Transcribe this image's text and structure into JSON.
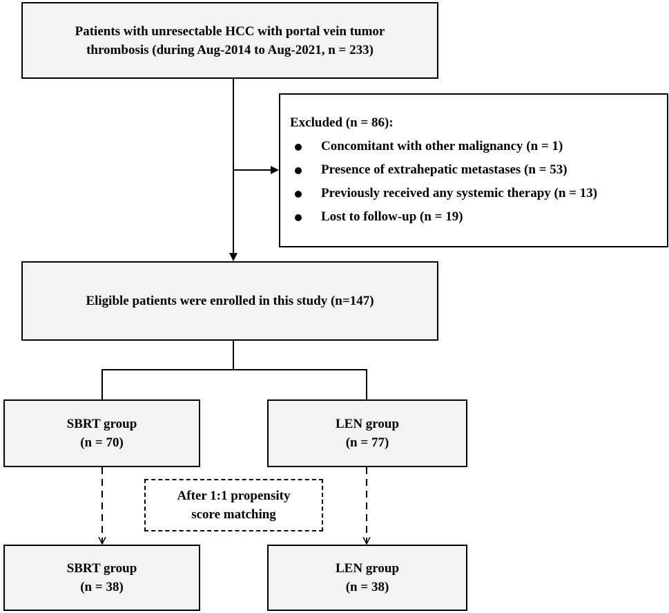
{
  "top_box": {
    "line1": "Patients with unresectable HCC with portal vein tumor",
    "line2": "thrombosis (during Aug-2014 to Aug-2021, n = 233)"
  },
  "excluded": {
    "heading": "Excluded (n = 86):",
    "items": [
      "Concomitant with other malignancy (n = 1)",
      "Presence of extrahepatic metastases (n = 53)",
      "Previously received any systemic therapy (n = 13)",
      "Lost to follow-up (n = 19)"
    ]
  },
  "eligible_box": {
    "text": "Eligible patients were enrolled in this study (n=147)"
  },
  "sbrt_before": {
    "line1": "SBRT group",
    "line2": "(n = 70)"
  },
  "len_before": {
    "line1": "LEN group",
    "line2": "(n = 77)"
  },
  "psm_box": {
    "line1": "After 1:1 propensity",
    "line2": "score matching"
  },
  "sbrt_after": {
    "line1": "SBRT group",
    "line2": "(n = 38)"
  },
  "len_after": {
    "line1": "LEN group",
    "line2": "(n = 38)"
  }
}
